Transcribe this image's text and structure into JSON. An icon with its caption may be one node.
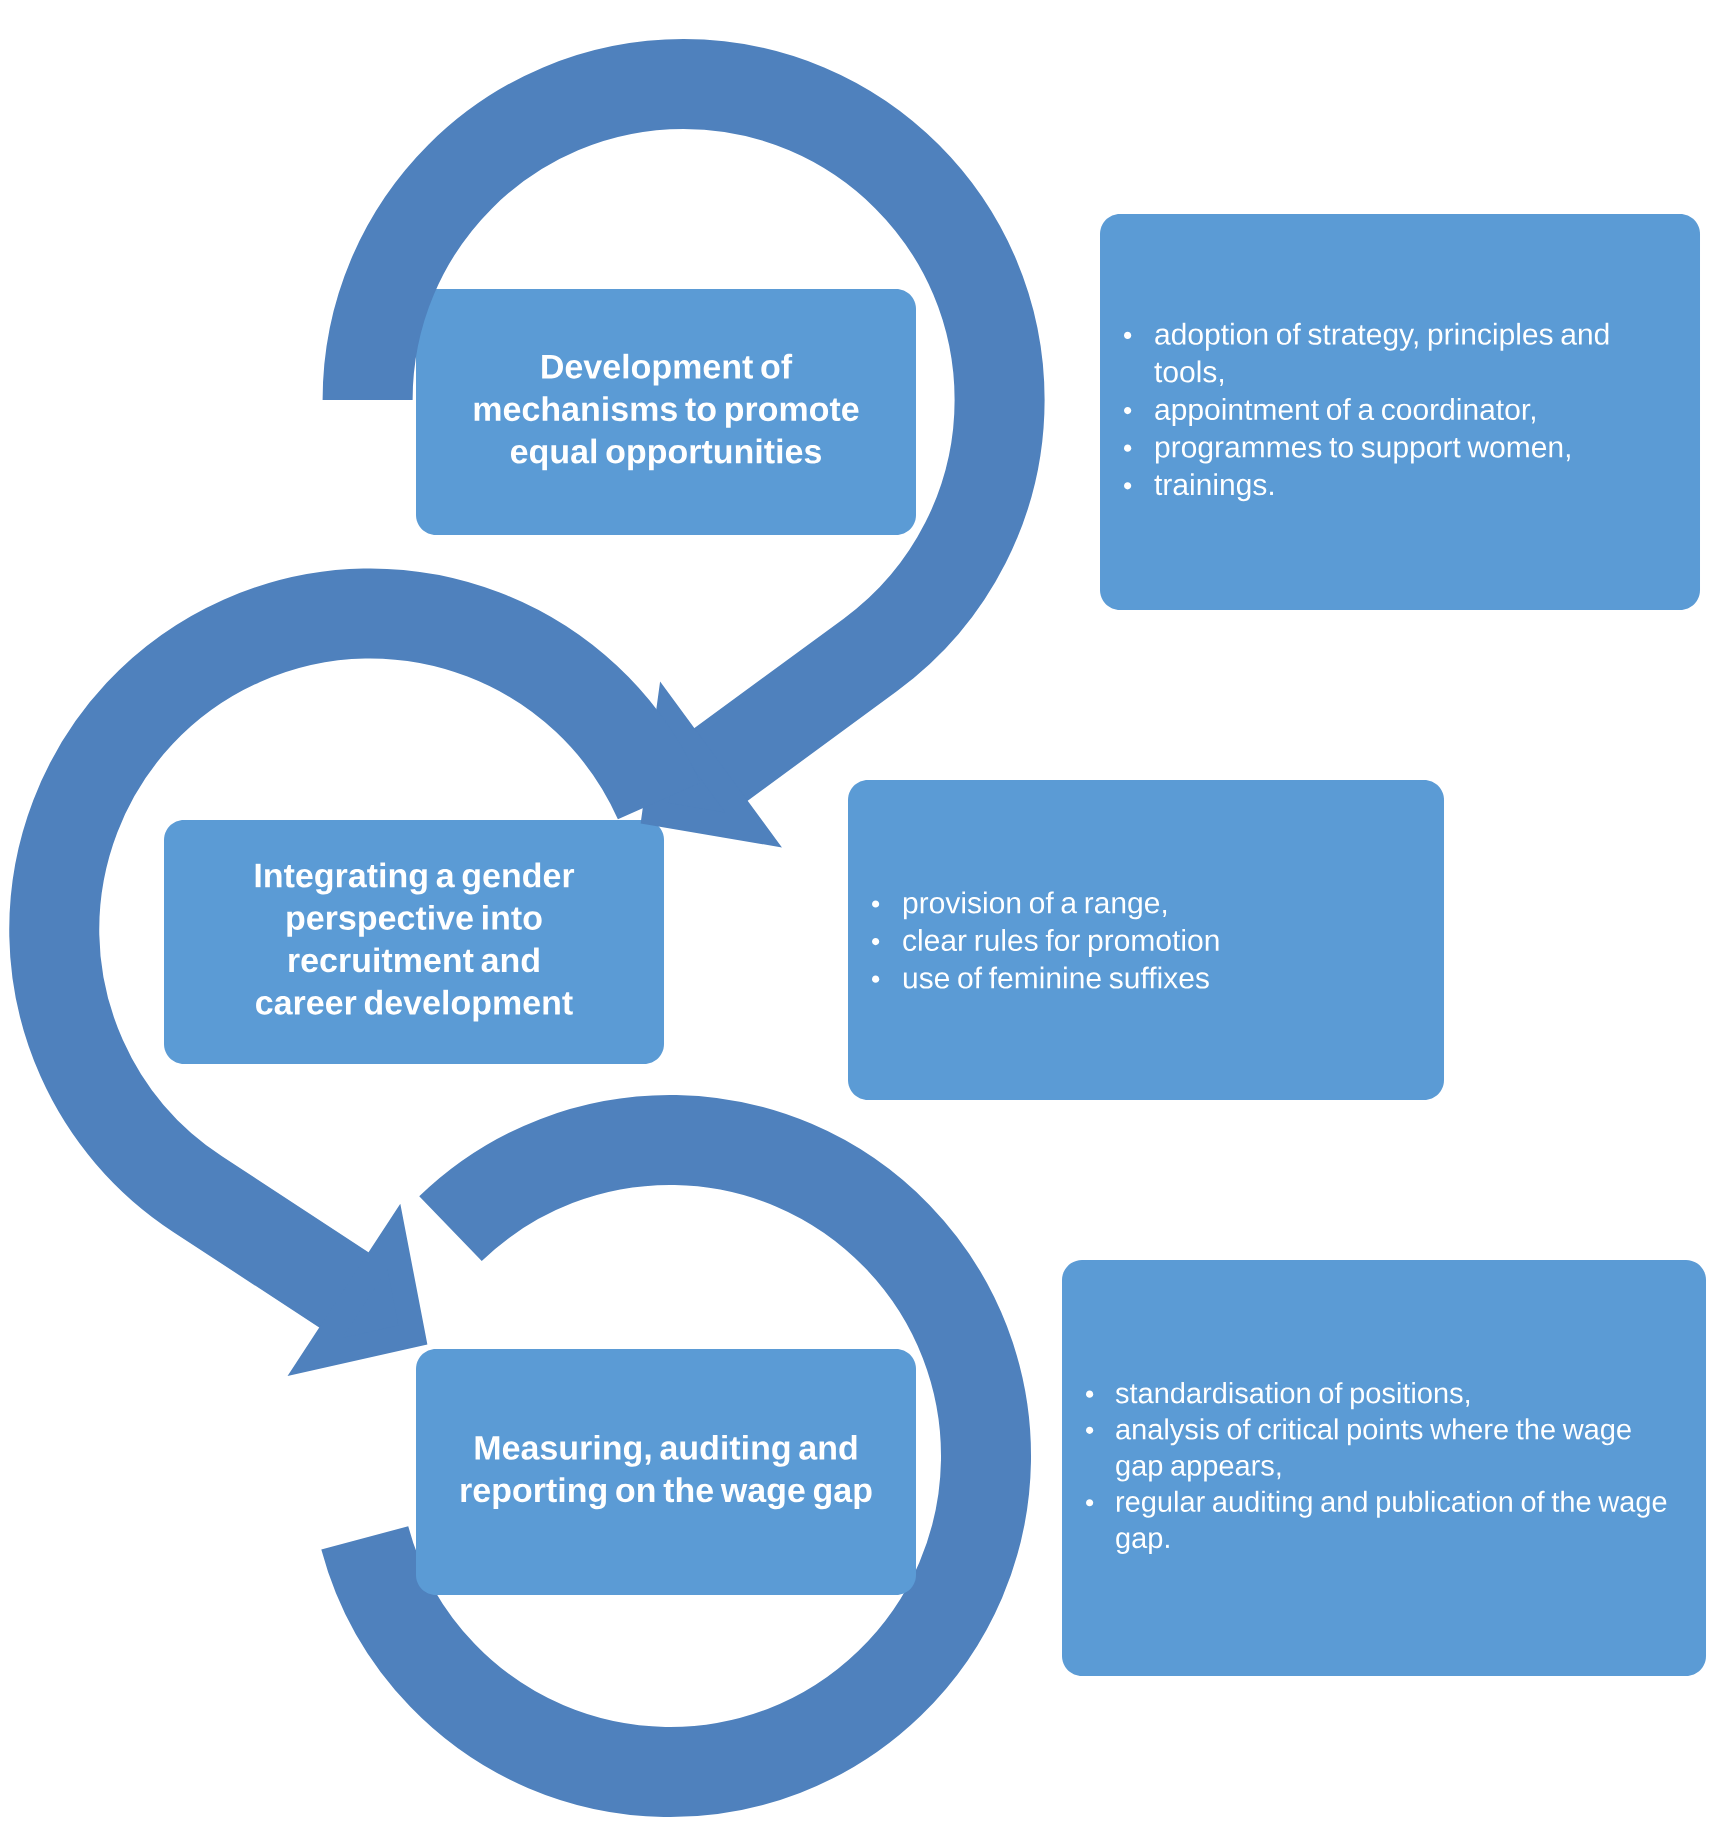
{
  "diagram": {
    "nodes": [
      {
        "text": [
          "Development of mechanisms to promote equal opportunities"
        ]
      },
      {
        "text": [
          "adoption of strategy, principles and tools,",
          "appointment of a coordinator,",
          "programmes to support women,",
          "trainings."
        ]
      },
      {
        "text": [
          "Integrating a gender perspective into recruitment and career development"
        ]
      },
      {
        "text": [
          "provision of a range,",
          "clear rules for promotion",
          "use of feminine suffixes"
        ]
      },
      {
        "text": [
          "Measuring, auditing and reporting on the wage gap"
        ]
      },
      {
        "text": [
          "standardisation of positions,",
          "analysis of critical points where the wage gap appears,",
          "regular auditing and publication of the wage gap."
        ]
      }
    ],
    "edges": [
      {
        "from": 0,
        "to": 2,
        "arrow": "to"
      },
      {
        "from": 2,
        "to": 4,
        "arrow": "to"
      }
    ]
  }
}
